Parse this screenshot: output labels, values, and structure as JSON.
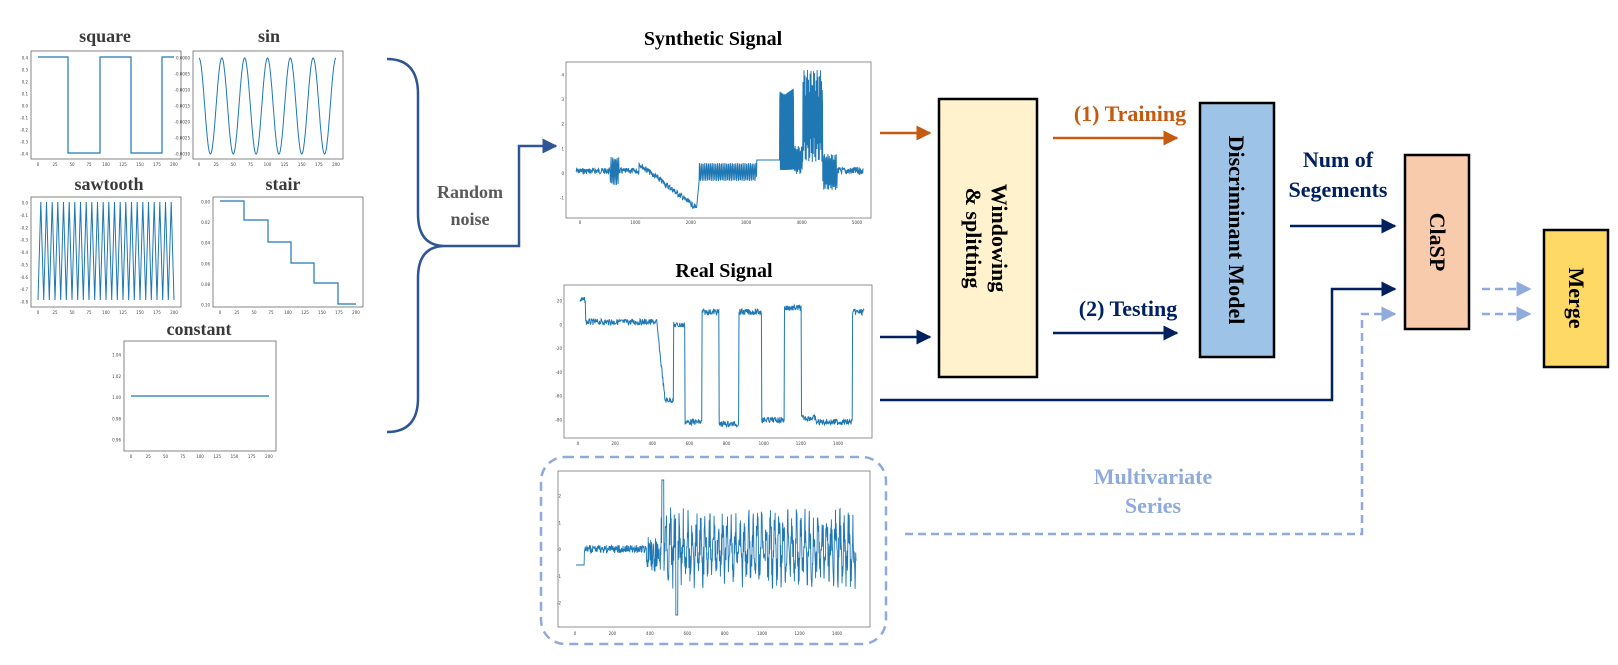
{
  "labels": {
    "square": "square",
    "sin": "sin",
    "sawtooth": "sawtooth",
    "stair": "stair",
    "constant": "constant",
    "random_noise_line1": "Random",
    "random_noise_line2": "noise",
    "synthetic_signal": "Synthetic Signal",
    "real_signal": "Real Signal",
    "training": "(1) Training",
    "testing": "(2) Testing",
    "windowing_line1": "Windowing",
    "windowing_line2": "& splitting",
    "discriminant_model": "Discriminant Model",
    "num_segments_line1": "Num of",
    "num_segments_line2": "Segements",
    "clasp": "ClaSP",
    "merge": "Merge",
    "multivariate_line1": "Multivariate",
    "multivariate_line2": "Series"
  },
  "ticks": {
    "x200": [
      "0",
      "25",
      "50",
      "75",
      "100",
      "125",
      "150",
      "175",
      "200"
    ],
    "square_y": [
      "0.4",
      "0.3",
      "0.2",
      "0.1",
      "0.0",
      "-0.1",
      "-0.2",
      "-0.3",
      "-0.4"
    ],
    "sin_y": [
      "0.0000",
      "-0.0005",
      "-0.0010",
      "-0.0015",
      "-0.0020",
      "-0.0025",
      "-0.0030"
    ],
    "saw_y": [
      "0.0",
      "-0.1",
      "-0.2",
      "-0.3",
      "-0.4",
      "-0.5",
      "-0.6",
      "-0.7",
      "-0.8"
    ],
    "stair_y": [
      "0.00",
      "0.02",
      "0.04",
      "0.06",
      "0.08",
      "0.10"
    ],
    "const_y": [
      "1.04",
      "1.02",
      "1.00",
      "0.98",
      "0.96"
    ],
    "synth_x": [
      "0",
      "1000",
      "2000",
      "3000",
      "4000",
      "5000"
    ],
    "synth_y": [
      "4",
      "3",
      "2",
      "1",
      "0",
      "-1"
    ],
    "real_x": [
      "0",
      "200",
      "400",
      "600",
      "800",
      "1000",
      "1200",
      "1400"
    ],
    "real_y": [
      "20",
      "0",
      "-20",
      "-40",
      "-60",
      "-80"
    ],
    "multi_y": [
      "2",
      "1",
      "0",
      "-1",
      "-2"
    ]
  },
  "colors": {
    "training": "#C55A11",
    "testing": "#002060",
    "multivariate": "#8FAADC",
    "random_noise": "#595959",
    "bracket": "#2F5597",
    "windowing_fill": "#FFF2CC",
    "discriminant_fill": "#9DC3E6",
    "clasp_fill": "#F8CBAD",
    "merge_fill": "#FFD966",
    "signal": "#1F77B4"
  }
}
